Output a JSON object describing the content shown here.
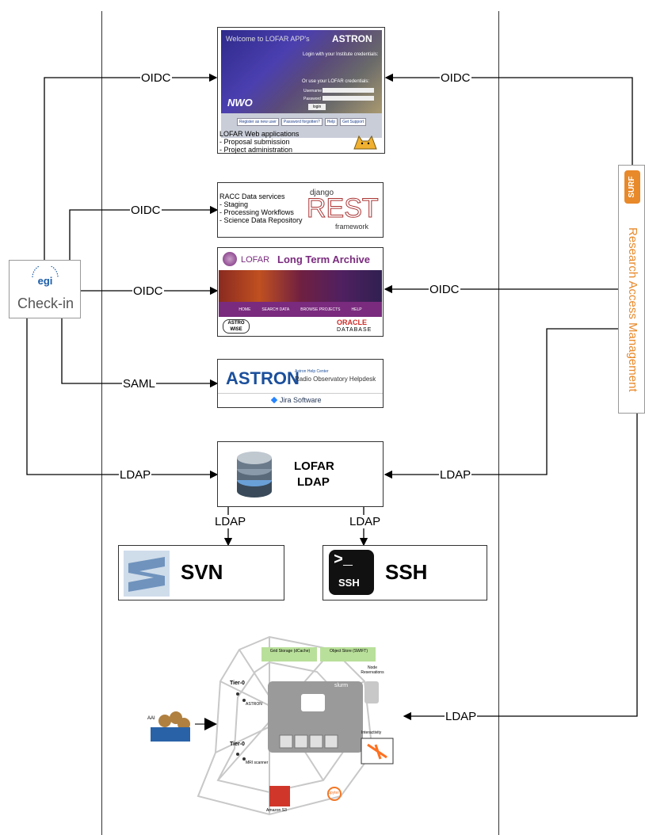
{
  "colors": {
    "surf_orange": "#e8892a",
    "lofar_purple": "#7a2b7e",
    "egi_blue": "#1b5ca8",
    "astron_blue": "#1b4f9c",
    "oracle_red": "#d22b27",
    "lta_title": "#7a2b7e"
  },
  "egi": {
    "logo_text": "egi",
    "label": "Check-in"
  },
  "surf": {
    "logo_text": "SURF",
    "label": "Research Access Management"
  },
  "edges": {
    "oidc_left_1": "OIDC",
    "oidc_right_1": "OIDC",
    "oidc_left_2": "OIDC",
    "oidc_left_3": "OIDC",
    "oidc_right_3": "OIDC",
    "saml": "SAML",
    "ldap_left": "LDAP",
    "ldap_right": "LDAP",
    "ldap_svn": "LDAP",
    "ldap_ssh": "LDAP",
    "ldap_bottom": "LDAP"
  },
  "lofar_web": {
    "banner_title": "Welcome to LOFAR APP's",
    "astron": "ASTRON",
    "login_prompt": "Login with your Institute credentials:",
    "or_lofar": "Or use your LOFAR credentials:",
    "username": "Username",
    "password": "Password",
    "login_btn": "login",
    "nwo": "NWO",
    "links": [
      "Register as new user",
      "Password forgotten?",
      "Help",
      "Get Support"
    ],
    "lines": [
      "LOFAR Web applications",
      "- Proposal submission",
      "- Project administration"
    ]
  },
  "racc": {
    "lines": [
      "RACC Data services",
      "- Staging",
      "- Processing Workflows",
      "- Science Data Repository"
    ],
    "django": "django",
    "rest": "REST",
    "framework": "framework"
  },
  "lta": {
    "lofar": "LOFAR",
    "title": "Long Term Archive",
    "nav": [
      "HOME",
      "SEARCH DATA",
      "BROWSE PROJECTS",
      "HELP"
    ],
    "astrowise": "ASTRO WISE",
    "oracle": "ORACLE",
    "database": "DATABASE"
  },
  "helpdesk": {
    "astron": "ASTRON",
    "help_center": "Astron Help Center",
    "title": "Radio Observatory Helpdesk",
    "jira": "Jira Software"
  },
  "ldap_box": {
    "line1": "LOFAR",
    "line2": "LDAP"
  },
  "svn": {
    "label": "SVN"
  },
  "ssh": {
    "label": "SSH",
    "prompt": ">_",
    "icon_text": "SSH"
  },
  "infra": {
    "grid_storage": "Grid Storage (dCache)",
    "object_store": "Object Store (SWIFT)",
    "tier0_a": "Tier-0",
    "astron_small": "ASTRON",
    "tier0_b": "Tier-0",
    "mri": "MRI scanner",
    "aai": "AAI",
    "node_res": "Node Reservations",
    "interactivity": "Interactivity",
    "slurm": "slurm",
    "amazon": "Amazon S3",
    "jupyter": "jupyter"
  }
}
